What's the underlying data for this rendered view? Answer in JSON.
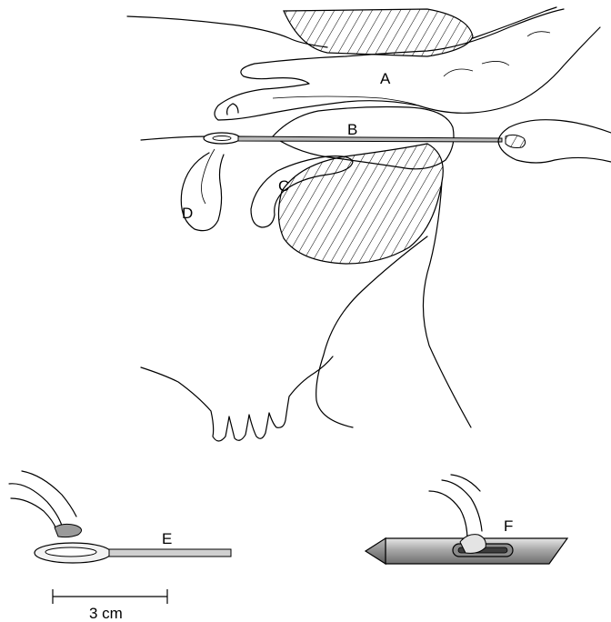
{
  "labels": {
    "a": "A",
    "b": "B",
    "c": "C",
    "d": "D",
    "e": "E",
    "f": "F"
  },
  "scale_bar": {
    "label": "3 cm"
  },
  "colors": {
    "ink": "#000000",
    "background": "#ffffff",
    "instrument_light": "#d8d8d8",
    "instrument_dark": "#8c8c8c"
  }
}
